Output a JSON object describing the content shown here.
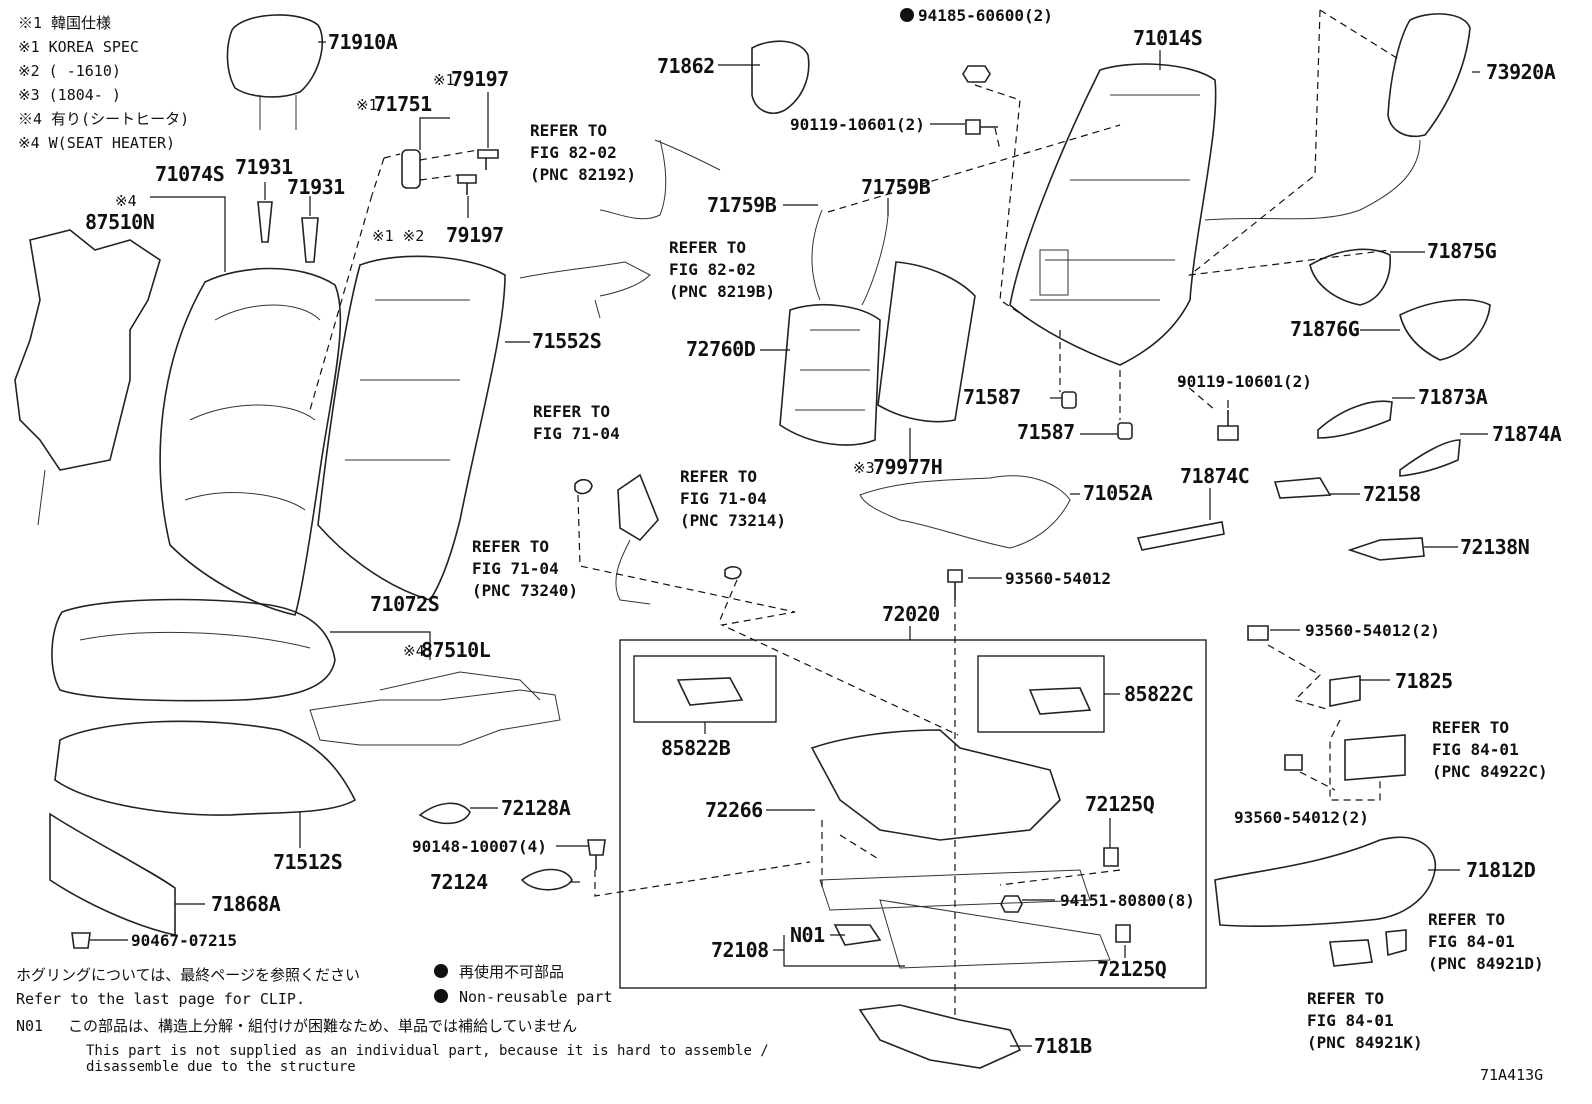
{
  "notes": {
    "header": [
      "※1 韓国仕様",
      "※1 KOREA SPEC",
      "※2 (        -1610)",
      "※3 (1804-        )",
      "※4 有り(シートヒータ)",
      "※4 W(SEAT HEATER)"
    ],
    "clip_jp": "ホグリングについては、最終ページを参照ください",
    "clip_en": "Refer to the last page for CLIP.",
    "nonreusable_jp": "再使用不可部品",
    "nonreusable_en": "Non-reusable part",
    "n01_code": "N01",
    "n01_jp": "この部品は、構造上分解・組付けが困難なため、単品では補給していません",
    "n01_en_1": "This part is not supplied as an individual part, because it is hard to assemble /",
    "n01_en_2": "disassemble due to the structure"
  },
  "parts": [
    {
      "id": "71910A",
      "text": "71910A"
    },
    {
      "id": "79197_top",
      "text": "79197",
      "prefix": "※1"
    },
    {
      "id": "71751",
      "text": "71751",
      "prefix": "※1"
    },
    {
      "id": "71931_a",
      "text": "71931"
    },
    {
      "id": "71931_b",
      "text": "71931"
    },
    {
      "id": "71074S",
      "text": "71074S"
    },
    {
      "id": "87510N",
      "text": "87510N",
      "prefix": "※4"
    },
    {
      "id": "79197_bot",
      "text": "79197",
      "prefix": "※1 ※2"
    },
    {
      "id": "71552S",
      "text": "71552S"
    },
    {
      "id": "71862",
      "text": "71862"
    },
    {
      "id": "94185",
      "text": "94185-60600(2)"
    },
    {
      "id": "71014S",
      "text": "71014S"
    },
    {
      "id": "73920A",
      "text": "73920A"
    },
    {
      "id": "90119_top",
      "text": "90119-10601(2)"
    },
    {
      "id": "71759B_a",
      "text": "71759B"
    },
    {
      "id": "71759B_b",
      "text": "71759B"
    },
    {
      "id": "72760D",
      "text": "72760D"
    },
    {
      "id": "71875G",
      "text": "71875G"
    },
    {
      "id": "71876G",
      "text": "71876G"
    },
    {
      "id": "71587_a",
      "text": "71587"
    },
    {
      "id": "71587_b",
      "text": "71587"
    },
    {
      "id": "90119_bot",
      "text": "90119-10601(2)"
    },
    {
      "id": "71873A",
      "text": "71873A"
    },
    {
      "id": "71874A",
      "text": "71874A"
    },
    {
      "id": "79977H",
      "text": "79977H",
      "prefix": "※3"
    },
    {
      "id": "71052A",
      "text": "71052A"
    },
    {
      "id": "71874C",
      "text": "71874C"
    },
    {
      "id": "72158",
      "text": "72158"
    },
    {
      "id": "72138N",
      "text": "72138N"
    },
    {
      "id": "93560_mid",
      "text": "93560-54012"
    },
    {
      "id": "71072S",
      "text": "71072S"
    },
    {
      "id": "87510L",
      "text": "87510L",
      "prefix": "※4"
    },
    {
      "id": "72020",
      "text": "72020"
    },
    {
      "id": "85822B",
      "text": "85822B"
    },
    {
      "id": "85822C",
      "text": "85822C"
    },
    {
      "id": "93560_r1",
      "text": "93560-54012(2)"
    },
    {
      "id": "71825",
      "text": "71825"
    },
    {
      "id": "72128A",
      "text": "72128A"
    },
    {
      "id": "72266",
      "text": "72266"
    },
    {
      "id": "72125Q_a",
      "text": "72125Q"
    },
    {
      "id": "90148",
      "text": "90148-10007(4)"
    },
    {
      "id": "71512S",
      "text": "71512S"
    },
    {
      "id": "93560_r2",
      "text": "93560-54012(2)"
    },
    {
      "id": "72124",
      "text": "72124"
    },
    {
      "id": "94151",
      "text": "94151-80800(8)"
    },
    {
      "id": "71812D",
      "text": "71812D"
    },
    {
      "id": "71868A",
      "text": "71868A"
    },
    {
      "id": "72108",
      "text": "72108"
    },
    {
      "id": "N01",
      "text": "N01"
    },
    {
      "id": "72125Q_b",
      "text": "72125Q"
    },
    {
      "id": "90467",
      "text": "90467-07215"
    },
    {
      "id": "7181B",
      "text": "7181B"
    }
  ],
  "references": [
    {
      "id": "ref_82192",
      "lines": [
        "REFER TO",
        "FIG 82-02",
        "(PNC 82192)"
      ]
    },
    {
      "id": "ref_8219B",
      "lines": [
        "REFER TO",
        "FIG 82-02",
        "(PNC 8219B)"
      ]
    },
    {
      "id": "ref_7104",
      "lines": [
        "REFER TO",
        "FIG 71-04"
      ]
    },
    {
      "id": "ref_73214",
      "lines": [
        "REFER TO",
        "FIG 71-04",
        "(PNC 73214)"
      ]
    },
    {
      "id": "ref_73240",
      "lines": [
        "REFER TO",
        "FIG 71-04",
        "(PNC 73240)"
      ]
    },
    {
      "id": "ref_84922C",
      "lines": [
        "REFER TO",
        "FIG 84-01",
        "(PNC 84922C)"
      ]
    },
    {
      "id": "ref_84921D",
      "lines": [
        "REFER TO",
        "FIG 84-01",
        "(PNC 84921D)"
      ]
    },
    {
      "id": "ref_84921K",
      "lines": [
        "REFER TO",
        "FIG 84-01",
        "(PNC 84921K)"
      ]
    }
  ],
  "figure_code": "71A413G"
}
